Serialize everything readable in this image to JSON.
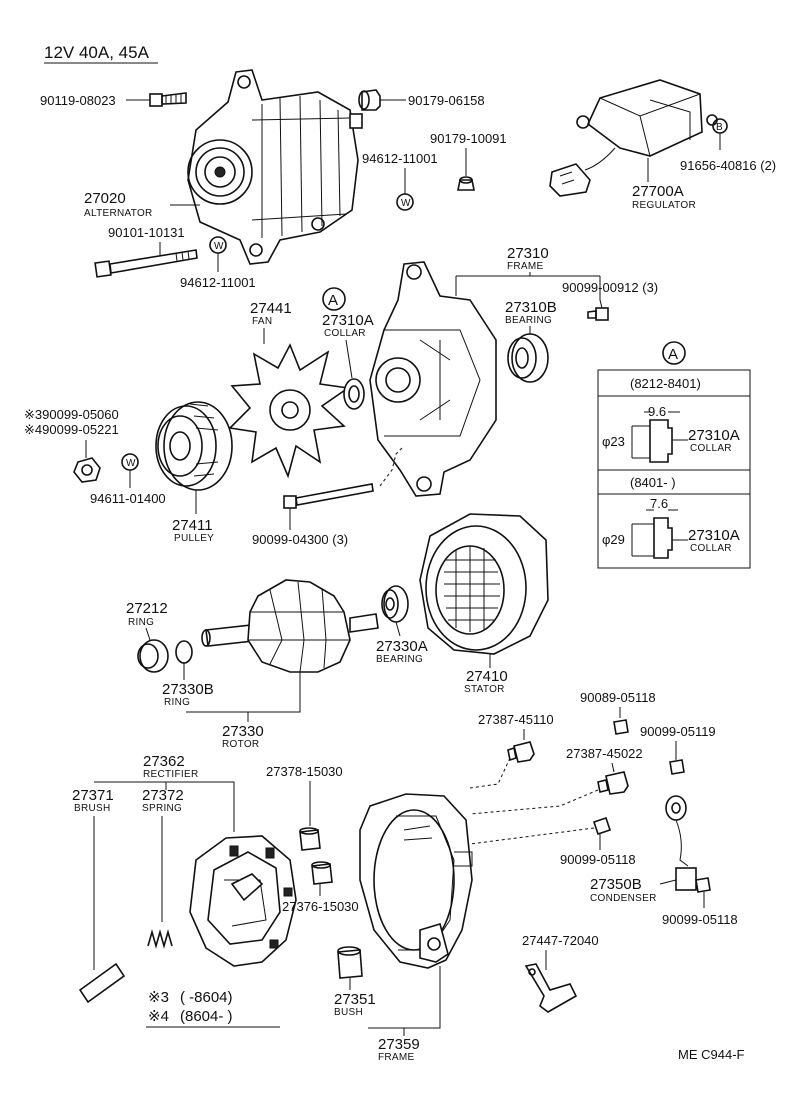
{
  "title": "12V  40A, 45A",
  "footer_code": "ME  C944-F",
  "parts": {
    "bolt_top": "90119-08023",
    "cap_top": "90179-06158",
    "alternator": {
      "number": "27020",
      "name": "ALTERNATOR"
    },
    "nut_small": "90179-10091",
    "washer_1": "94612-11001",
    "washer_2": "94612-11001",
    "long_bolt": "90101-10131",
    "regulator_screw": "91656-40816 (2)",
    "regulator": {
      "number": "27700A",
      "name": "REGULATOR"
    },
    "frame_front": {
      "number": "27310",
      "name": "FRAME"
    },
    "screw_3": "90099-00912 (3)",
    "bearing_front": {
      "number": "27310B",
      "name": "BEARING"
    },
    "fan": {
      "number": "27441",
      "name": "FAN"
    },
    "collar": {
      "number": "27310A",
      "name": "COLLAR"
    },
    "callout_a": "A",
    "nut_variant_3": "※390099-05060",
    "nut_variant_4": "※490099-05221",
    "washer_pulley": "94611-01400",
    "pulley": {
      "number": "27411",
      "name": "PULLEY"
    },
    "through_bolt": "90099-04300 (3)",
    "ring": {
      "number": "27212",
      "name": "RING"
    },
    "ring_b": {
      "number": "27330B",
      "name": "RING"
    },
    "rotor": {
      "number": "27330",
      "name": "ROTOR"
    },
    "bearing_rear": {
      "number": "27330A",
      "name": "BEARING"
    },
    "stator": {
      "number": "27410",
      "name": "STATOR"
    },
    "nut_rear_1": "90089-05118",
    "terminal_1": "27387-45110",
    "nut_rear_2": "90099-05119",
    "terminal_2": "27387-45022",
    "rectifier": {
      "number": "27362",
      "name": "RECTIFIER"
    },
    "brush": {
      "number": "27371",
      "name": "BRUSH"
    },
    "spring": {
      "number": "27372",
      "name": "SPRING"
    },
    "insulator_1": "27378-15030",
    "insulator_2": "27376-15030",
    "nut_rear_3": "90099-05118",
    "condenser": {
      "number": "27350B",
      "name": "CONDENSER"
    },
    "nut_rear_4": "90099-05118",
    "stay": "27447-72040",
    "bush": {
      "number": "27351",
      "name": "BUSH"
    },
    "frame_rear": {
      "number": "27359",
      "name": "FRAME"
    }
  },
  "variants": {
    "v3_mark": "※3",
    "v3_range": "(       -8604)",
    "v4_mark": "※4",
    "v4_range": "(8604-          )"
  },
  "detail_a": {
    "label": "A",
    "range_1": "(8212-8401)",
    "width_1": "9.6",
    "dia_1": "φ23",
    "part_1": {
      "number": "27310A",
      "name": "COLLAR"
    },
    "range_2": "(8401-          )",
    "width_2": "7.6",
    "dia_2": "φ29",
    "part_2": {
      "number": "27310A",
      "name": "COLLAR"
    }
  }
}
